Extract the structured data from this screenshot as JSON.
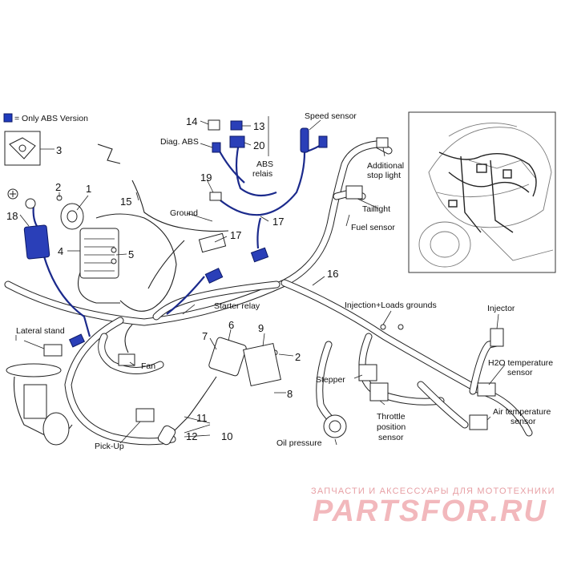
{
  "legend": {
    "text": "= Only ABS Version",
    "swatch_color": "#1f3bbd"
  },
  "numbers": [
    "1",
    "2",
    "2",
    "3",
    "4",
    "5",
    "6",
    "7",
    "8",
    "9",
    "10",
    "11",
    "12",
    "13",
    "14",
    "15",
    "16",
    "17",
    "17",
    "18",
    "19",
    "20"
  ],
  "labels": {
    "diag_abs": "Diag. ABS",
    "abs_relais_1": "ABS",
    "abs_relais_2": "relais",
    "speed_sensor": "Speed sensor",
    "additional_stop_1": "Additional",
    "additional_stop_2": "stop light",
    "taillight": "Taillight",
    "fuel_sensor": "Fuel sensor",
    "ground": "Ground",
    "starter_relay": "Starter relay",
    "lateral_stand": "Lateral stand",
    "fan": "Fan",
    "injection_loads": "Injection+Loads grounds",
    "injector": "Injector",
    "h2o_temp_1": "H2O temperature",
    "h2o_temp_2": "sensor",
    "air_temp_1": "Air temperature",
    "air_temp_2": "sensor",
    "stepper": "Stepper",
    "throttle_1": "Throttle",
    "throttle_2": "position",
    "throttle_3": "sensor",
    "oil_pressure": "Oil pressure",
    "pick_up": "Pick-Up"
  },
  "watermark": {
    "top": "ЗАПЧАСТИ И АКСЕССУАРЫ ДЛЯ МОТОТЕХНИКИ",
    "brand": "PARTSFOR.RU"
  },
  "icons": [
    "plus-circle-icon",
    "screw-icon",
    "bolt-icon"
  ]
}
